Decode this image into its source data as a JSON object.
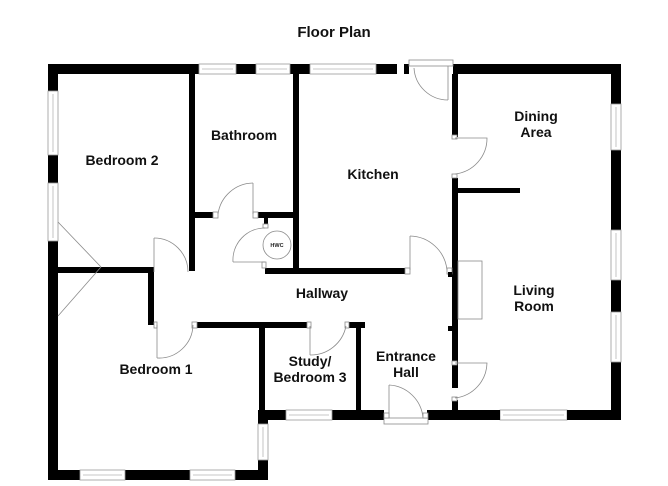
{
  "title": "Floor Plan",
  "rooms": [
    {
      "id": "bedroom-2",
      "label": "Bedroom 2"
    },
    {
      "id": "bathroom",
      "label": "Bathroom"
    },
    {
      "id": "kitchen",
      "label": "Kitchen"
    },
    {
      "id": "dining-area",
      "label_line1": "Dining",
      "label_line2": "Area"
    },
    {
      "id": "hallway",
      "label": "Hallway"
    },
    {
      "id": "living-room",
      "label_line1": "Living",
      "label_line2": "Room"
    },
    {
      "id": "bedroom-1",
      "label": "Bedroom 1"
    },
    {
      "id": "study",
      "label_line1": "Study/",
      "label_line2": "Bedroom 3"
    },
    {
      "id": "entrance-hall",
      "label_line1": "Entrance",
      "label_line2": "Hall"
    }
  ],
  "fixtures": {
    "hwc": "HWC"
  },
  "colors": {
    "wall": "#000000",
    "window": "#9a9a9a",
    "door": "#8a8a8a",
    "background": "#ffffff"
  }
}
